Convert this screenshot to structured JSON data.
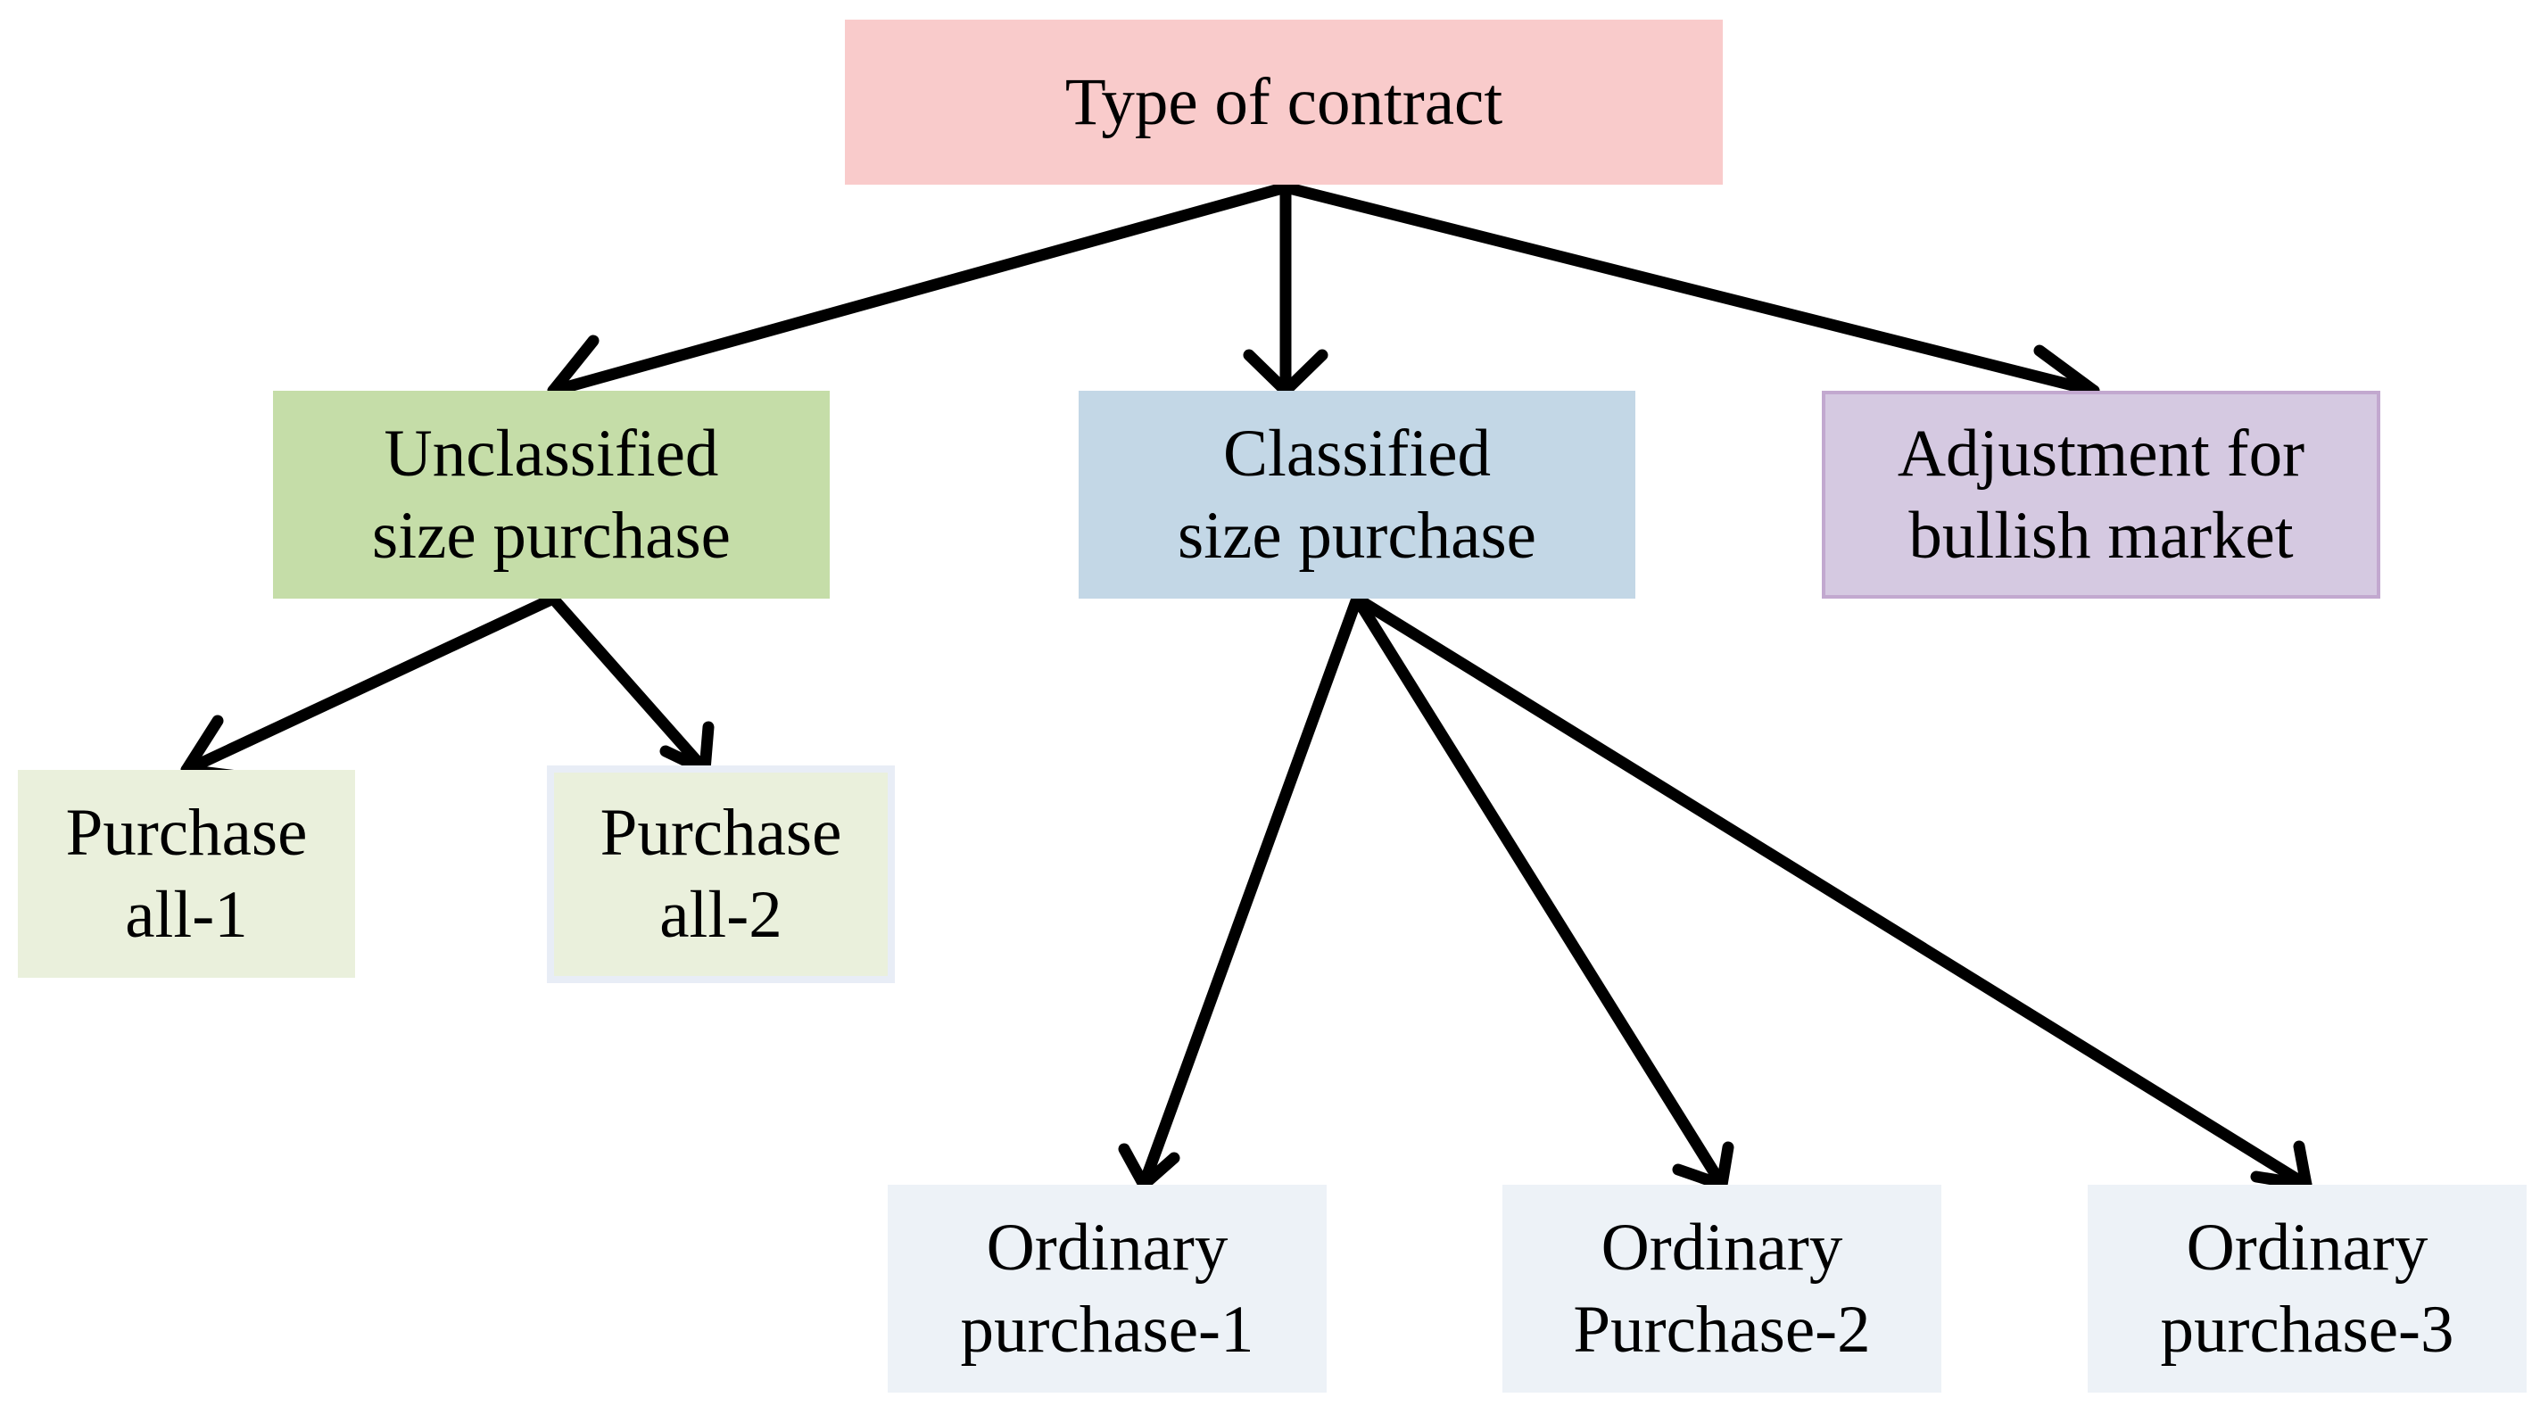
{
  "nodes": {
    "root": {
      "lines": [
        "Type of contract"
      ],
      "fill": "#f9cbcb"
    },
    "uncl": {
      "lines": [
        "Unclassified",
        "size purchase"
      ],
      "fill": "#c5dda8"
    },
    "cls": {
      "lines": [
        "Classified",
        "size purchase"
      ],
      "fill": "#c3d7e6"
    },
    "adj": {
      "lines": [
        "Adjustment for",
        "bullish market"
      ],
      "fill": "#d5c9e1",
      "border": "#c2a8cf"
    },
    "pa1": {
      "lines": [
        "Purchase",
        "all-1"
      ],
      "fill": "#eaf0dc"
    },
    "pa2": {
      "lines": [
        "Purchase",
        "all-2"
      ],
      "fill": "#eaf0dc",
      "border": "#e8edf6"
    },
    "ord1": {
      "lines": [
        "Ordinary",
        "purchase-1"
      ],
      "fill": "#edf2f7"
    },
    "ord2": {
      "lines": [
        "Ordinary",
        "Purchase-2"
      ],
      "fill": "#edf2f7"
    },
    "ord3": {
      "lines": [
        "Ordinary",
        "purchase-3"
      ],
      "fill": "#edf2f7"
    }
  },
  "edges": [
    {
      "from": "root",
      "to": "uncl"
    },
    {
      "from": "root",
      "to": "cls"
    },
    {
      "from": "root",
      "to": "adj"
    },
    {
      "from": "uncl",
      "to": "pa1"
    },
    {
      "from": "uncl",
      "to": "pa2"
    },
    {
      "from": "cls",
      "to": "ord1"
    },
    {
      "from": "cls",
      "to": "ord2"
    },
    {
      "from": "cls",
      "to": "ord3"
    }
  ],
  "colors": {
    "arrow": "#000000",
    "text": "#000000"
  }
}
